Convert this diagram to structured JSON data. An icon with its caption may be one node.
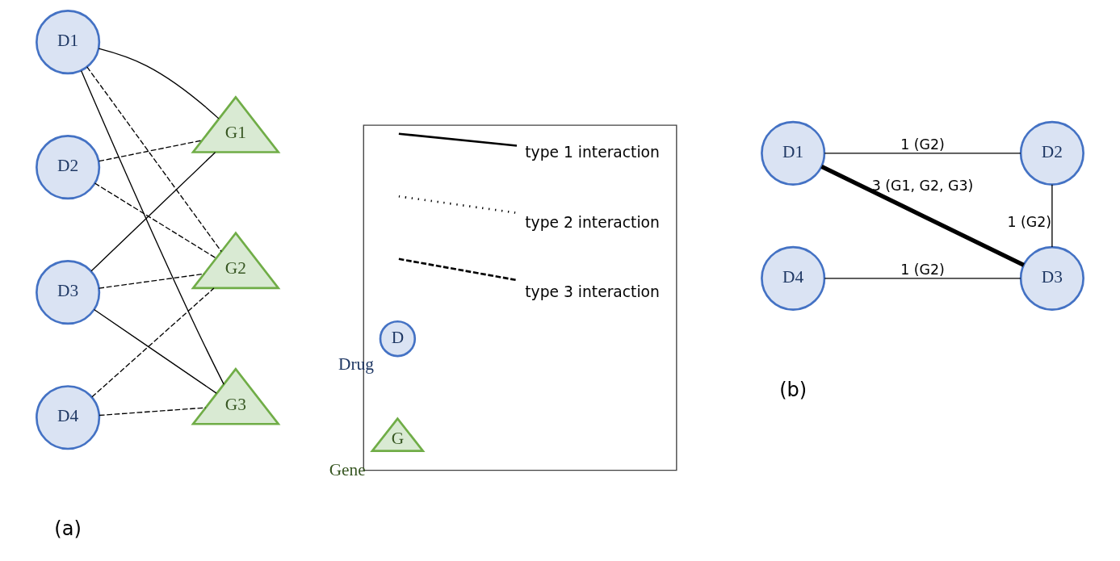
{
  "diagram": {
    "nodes": [
      {
        "text": [
          "D1"
        ]
      },
      {
        "text": [
          "D2"
        ]
      },
      {
        "text": [
          "D3"
        ]
      },
      {
        "text": [
          "D4"
        ]
      },
      {
        "text": [
          "G1"
        ]
      },
      {
        "text": [
          "G2"
        ]
      },
      {
        "text": [
          "G3"
        ]
      },
      {
        "text": [],
        "shape": "box"
      },
      {
        "text": [
          "D"
        ],
        "beside": [
          "Drug"
        ],
        "in": 7
      },
      {
        "text": [
          "G"
        ],
        "beside": [
          "Gene"
        ],
        "in": 7
      },
      {
        "text": [
          "D1"
        ]
      },
      {
        "text": [
          "D2"
        ]
      },
      {
        "text": [
          "D3"
        ]
      },
      {
        "text": [
          "D4"
        ]
      }
    ],
    "edges": [
      {
        "from": 0,
        "to": 4,
        "arrow": "none"
      },
      {
        "from": 0,
        "to": 5,
        "arrow": "none",
        "style": "dashed"
      },
      {
        "from": 0,
        "to": 6,
        "arrow": "none"
      },
      {
        "from": 1,
        "to": 4,
        "arrow": "none",
        "style": "dashed"
      },
      {
        "from": 1,
        "to": 5,
        "arrow": "none",
        "style": "dashed"
      },
      {
        "from": 2,
        "to": 4,
        "arrow": "none"
      },
      {
        "from": 2,
        "to": 5,
        "arrow": "none",
        "style": "dashed"
      },
      {
        "from": 2,
        "to": 6,
        "arrow": "none"
      },
      {
        "from": 3,
        "to": 5,
        "arrow": "none",
        "style": "dashed"
      },
      {
        "from": 3,
        "to": 6,
        "arrow": "none",
        "style": "dashed"
      },
      {
        "from": 10,
        "to": 11,
        "arrow": "none",
        "label": "1 (G2)"
      },
      {
        "from": 10,
        "to": 12,
        "arrow": "none",
        "label": "3 (G1, G2, G3)",
        "style": "thick"
      },
      {
        "from": 11,
        "to": 12,
        "arrow": "none",
        "label": "1 (G2)"
      },
      {
        "from": 13,
        "to": 12,
        "arrow": "none",
        "label": "1 (G2)"
      }
    ],
    "labels": [
      "(a)",
      "(b)"
    ],
    "legend": [
      {
        "text": "type 1 interaction"
      },
      {
        "text": "type 2 interaction"
      },
      {
        "text": "type 3 interaction"
      }
    ]
  }
}
